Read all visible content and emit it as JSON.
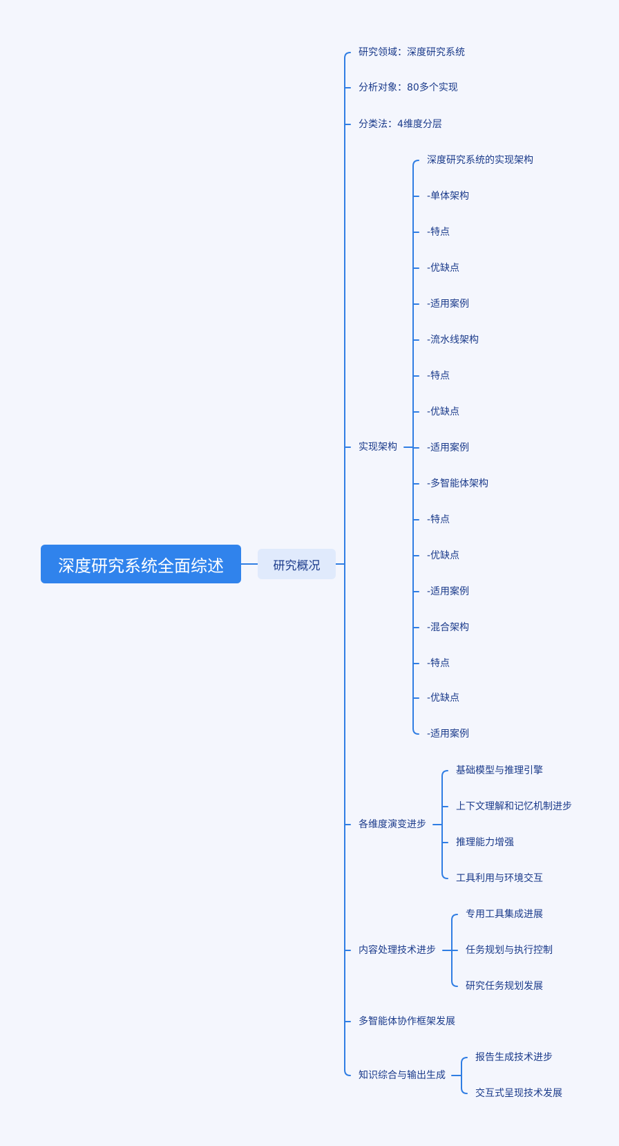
{
  "root": "深度研究系统全面综述",
  "hub": "研究概况",
  "branches": {
    "field": "研究领域：深度研究系统",
    "object": "分析对象：80多个实现",
    "taxonomy": "分类法：4维度分层",
    "arch": {
      "label": "实现架构",
      "items": [
        "深度研究系统的实现架构",
        "-单体架构",
        "-特点",
        "-优缺点",
        "-适用案例",
        "-流水线架构",
        "-特点",
        "-优缺点",
        "-适用案例",
        "-多智能体架构",
        "-特点",
        "-优缺点",
        "-适用案例",
        "-混合架构",
        "-特点",
        "-优缺点",
        "-适用案例"
      ]
    },
    "evolution": {
      "label": "各维度演变进步",
      "items": [
        "基础模型与推理引擎",
        "上下文理解和记忆机制进步",
        "推理能力增强",
        "工具利用与环境交互"
      ]
    },
    "content": {
      "label": "内容处理技术进步",
      "items": [
        "专用工具集成进展",
        "任务规划与执行控制",
        "研究任务规划发展"
      ]
    },
    "multiagent": "多智能体协作框架发展",
    "synthesis": {
      "label": "知识综合与输出生成",
      "items": [
        "报告生成技术进步",
        "交互式呈现技术发展"
      ]
    }
  },
  "colors": {
    "line": "#2f7de3",
    "root_bg": "#3083ec",
    "hub_bg": "#e0eafc",
    "text": "#1a3a8a",
    "background": "#f4f6fd"
  }
}
